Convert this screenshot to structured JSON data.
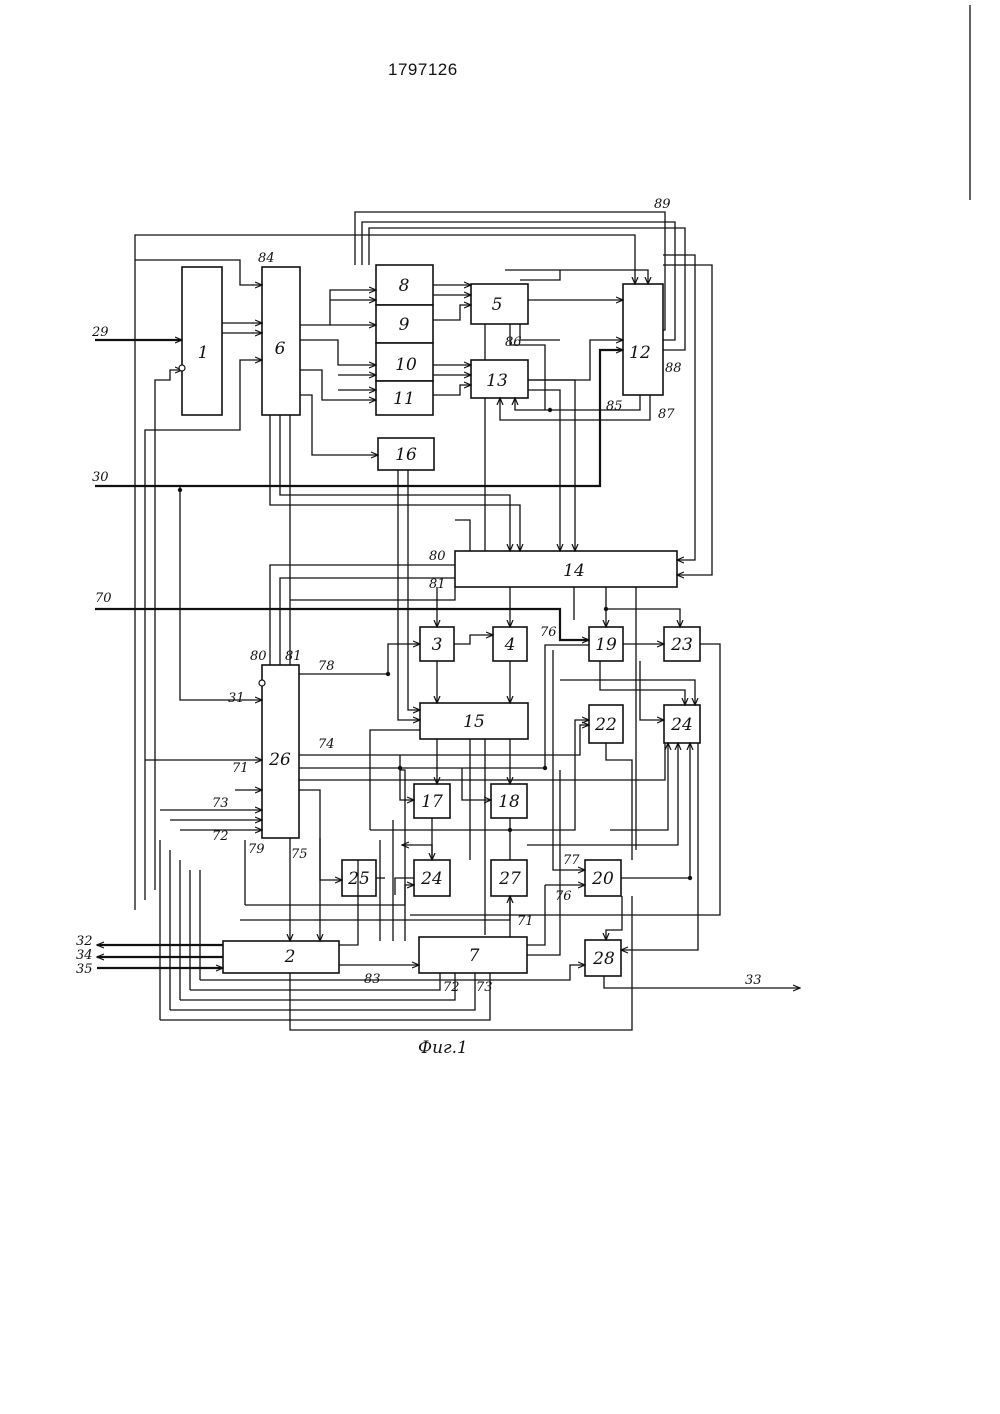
{
  "header": {
    "doc_number": "1797126"
  },
  "figure": {
    "caption": "Фиг.1",
    "blocks": [
      {
        "id": "1",
        "label": "1"
      },
      {
        "id": "2",
        "label": "2"
      },
      {
        "id": "3",
        "label": "3"
      },
      {
        "id": "4",
        "label": "4"
      },
      {
        "id": "5",
        "label": "5"
      },
      {
        "id": "6",
        "label": "6"
      },
      {
        "id": "7",
        "label": "7"
      },
      {
        "id": "8",
        "label": "8"
      },
      {
        "id": "9",
        "label": "9"
      },
      {
        "id": "10",
        "label": "10"
      },
      {
        "id": "11",
        "label": "11"
      },
      {
        "id": "12",
        "label": "12"
      },
      {
        "id": "13",
        "label": "13"
      },
      {
        "id": "14",
        "label": "14"
      },
      {
        "id": "15",
        "label": "15"
      },
      {
        "id": "16",
        "label": "16"
      },
      {
        "id": "17",
        "label": "17"
      },
      {
        "id": "18",
        "label": "18"
      },
      {
        "id": "19",
        "label": "19"
      },
      {
        "id": "20",
        "label": "20"
      },
      {
        "id": "22",
        "label": "22"
      },
      {
        "id": "23",
        "label": "23"
      },
      {
        "id": "24a",
        "label": "24"
      },
      {
        "id": "24b",
        "label": "24"
      },
      {
        "id": "25",
        "label": "25"
      },
      {
        "id": "26",
        "label": "26"
      },
      {
        "id": "27",
        "label": "27"
      },
      {
        "id": "28",
        "label": "28"
      }
    ],
    "pins": {
      "p29": "29",
      "p30": "30",
      "p70": "70",
      "p31": "31",
      "p32": "32",
      "p34": "34",
      "p35": "35",
      "p33": "33",
      "p84": "84",
      "p89": "89",
      "p88": "88",
      "p87": "87",
      "p85": "85",
      "p86": "86",
      "p80a": "80",
      "p81a": "81",
      "p80b": "80",
      "p81b": "81",
      "p78": "78",
      "p74": "74",
      "p76a": "76",
      "p76b": "76",
      "p77": "77",
      "p71a": "71",
      "p71b": "71",
      "p73a": "73",
      "p73b": "73",
      "p72a": "72",
      "p72b": "72",
      "p79": "79",
      "p75": "75",
      "p83": "83"
    }
  }
}
